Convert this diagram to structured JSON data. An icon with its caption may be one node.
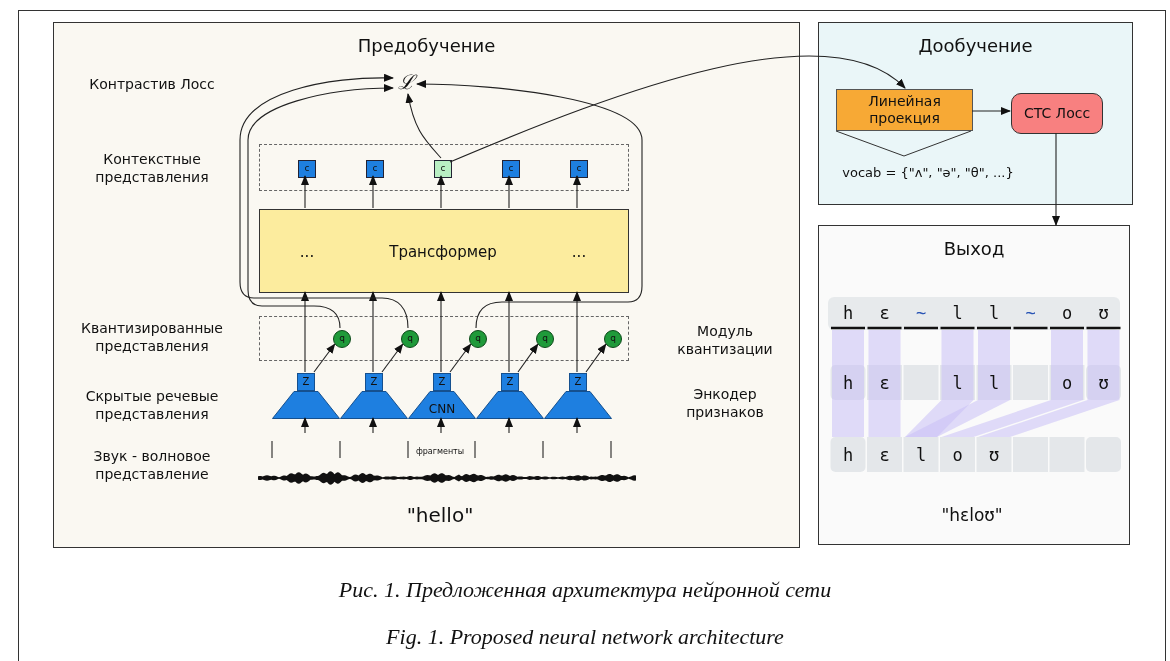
{
  "diagram": {
    "caption": "Рис. 1. Предложенная архитектура нейронной сети",
    "nodes": [
      {
        "text": [
          "Предобучение"
        ]
      },
      {
        "text": [
          "ℒ"
        ],
        "in": 0
      },
      {
        "text": [],
        "shape": "box",
        "in": 0
      },
      {
        "text": [
          "c"
        ],
        "in": 2
      },
      {
        "text": [
          "c"
        ],
        "in": 2
      },
      {
        "text": [
          "c"
        ],
        "in": 2
      },
      {
        "text": [
          "c"
        ],
        "in": 2
      },
      {
        "text": [
          "c"
        ],
        "in": 2
      },
      {
        "text": [
          "...",
          "Трансформер",
          "..."
        ],
        "in": 0
      },
      {
        "text": [],
        "shape": "box",
        "in": 0
      },
      {
        "text": [
          "q"
        ],
        "in": 9
      },
      {
        "text": [
          "q"
        ],
        "in": 9
      },
      {
        "text": [
          "q"
        ],
        "in": 9
      },
      {
        "text": [
          "q"
        ],
        "in": 9
      },
      {
        "text": [
          "q"
        ],
        "in": 9
      },
      {
        "text": [
          "Z"
        ],
        "in": 0
      },
      {
        "text": [
          "Z"
        ],
        "in": 0
      },
      {
        "text": [
          "Z"
        ],
        "in": 0
      },
      {
        "text": [
          "Z"
        ],
        "in": 0
      },
      {
        "text": [
          "Z"
        ],
        "in": 0
      },
      {
        "text": [],
        "shape": "trapezoid",
        "in": 0
      },
      {
        "text": [],
        "shape": "trapezoid",
        "in": 0
      },
      {
        "text": [
          "CNN"
        ],
        "in": 0
      },
      {
        "text": [],
        "shape": "trapezoid",
        "in": 0
      },
      {
        "text": [],
        "shape": "trapezoid",
        "in": 0
      },
      {
        "text": [
          "Дообучение"
        ]
      },
      {
        "text": [
          "Линейная проекция"
        ],
        "in": 25
      },
      {
        "text": [
          "CTC Лосс"
        ],
        "in": 25
      },
      {
        "text": [
          "Выход"
        ]
      }
    ],
    "edges": [
      {
        "from": 8,
        "to": 3,
        "arrow": "to"
      },
      {
        "from": 8,
        "to": 4,
        "arrow": "to"
      },
      {
        "from": 8,
        "to": 5,
        "arrow": "to"
      },
      {
        "from": 8,
        "to": 6,
        "arrow": "to"
      },
      {
        "from": 8,
        "to": 7,
        "arrow": "to"
      },
      {
        "from": 15,
        "to": 8,
        "arrow": "to"
      },
      {
        "from": 16,
        "to": 8,
        "arrow": "to"
      },
      {
        "from": 17,
        "to": 8,
        "arrow": "to"
      },
      {
        "from": 18,
        "to": 8,
        "arrow": "to"
      },
      {
        "from": 19,
        "to": 8,
        "arrow": "to"
      },
      {
        "from": 15,
        "to": 10,
        "arrow": "to"
      },
      {
        "from": 16,
        "to": 11,
        "arrow": "to"
      },
      {
        "from": 17,
        "to": 12,
        "arrow": "to"
      },
      {
        "from": 18,
        "to": 13,
        "arrow": "to"
      },
      {
        "from": 19,
        "to": 14,
        "arrow": "to"
      },
      {
        "from": null,
        "to": 20,
        "arrow": "to"
      },
      {
        "from": null,
        "to": 21,
        "arrow": "to"
      },
      {
        "from": null,
        "to": 22,
        "arrow": "to"
      },
      {
        "from": null,
        "to": 23,
        "arrow": "to"
      },
      {
        "from": null,
        "to": 24,
        "arrow": "to"
      },
      {
        "from": 10,
        "to": 1,
        "arrow": "to"
      },
      {
        "from": 11,
        "to": 1,
        "arrow": "to"
      },
      {
        "from": 12,
        "to": 1,
        "arrow": "to"
      },
      {
        "from": 5,
        "to": 1,
        "arrow": "to"
      },
      {
        "from": 5,
        "to": 26,
        "arrow": "to"
      },
      {
        "from": 26,
        "to": 27,
        "arrow": "to"
      },
      {
        "from": 27,
        "to": 28,
        "arrow": "to"
      }
    ],
    "labels": [
      "Контрастив Лосс",
      "Контекстные представления",
      "Квантизированные представления",
      "Модуль квантизации",
      "Скрытые речевые представления",
      "Энкодер признаков",
      "фрагменты",
      "Звук - волновое представление",
      "\"hello\"",
      "vocab = {\"ʌ\", \"ə\", \"θ\", ...}",
      "h",
      "ɛ",
      "~",
      "l",
      "l",
      "~",
      "o",
      "ʊ",
      "h",
      "ɛ",
      "l",
      "l",
      "o",
      "ʊ",
      "h",
      "ɛ",
      "l",
      "o",
      "ʊ",
      "\"hɛloʊ\"",
      "Fig. 1. Proposed neural network architecture"
    ]
  }
}
